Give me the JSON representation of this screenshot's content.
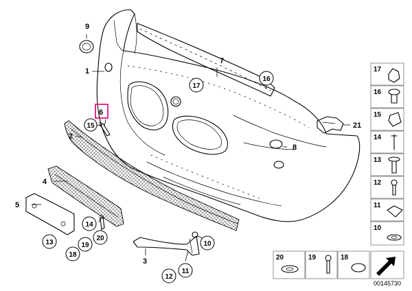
{
  "callouts": [
    {
      "id": "c1",
      "label": "1"
    },
    {
      "id": "c2",
      "label": "2"
    },
    {
      "id": "c3",
      "label": "3"
    },
    {
      "id": "c4",
      "label": "4"
    },
    {
      "id": "c5",
      "label": "5"
    },
    {
      "id": "c6",
      "label": "6",
      "highlighted": true
    },
    {
      "id": "c7",
      "label": "7"
    },
    {
      "id": "c8",
      "label": "8"
    },
    {
      "id": "c9",
      "label": "9"
    },
    {
      "id": "c10",
      "label": "10"
    },
    {
      "id": "c11",
      "label": "11"
    },
    {
      "id": "c12",
      "label": "12"
    },
    {
      "id": "c13",
      "label": "13"
    },
    {
      "id": "c14",
      "label": "14"
    },
    {
      "id": "c15",
      "label": "15"
    },
    {
      "id": "c16",
      "label": "16"
    },
    {
      "id": "c17",
      "label": "17"
    },
    {
      "id": "c18",
      "label": "18"
    },
    {
      "id": "c19",
      "label": "19"
    },
    {
      "id": "c20",
      "label": "20"
    },
    {
      "id": "c21",
      "label": "21"
    }
  ],
  "sidebar_parts": [
    "17",
    "16",
    "15",
    "14",
    "13",
    "12",
    "11",
    "10"
  ],
  "bottom_parts": [
    "20",
    "19",
    "18"
  ],
  "diagram_ref": "00145730",
  "colors": {
    "highlight": "#e0157f",
    "line": "#000000"
  }
}
